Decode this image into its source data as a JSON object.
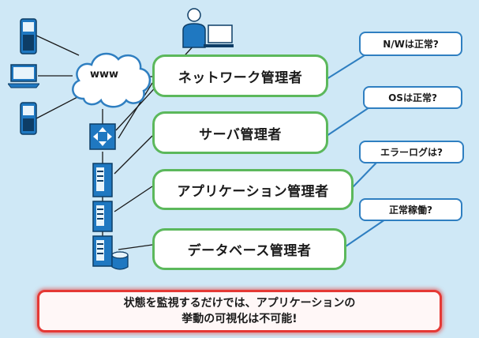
{
  "cloud": {
    "label": "www"
  },
  "roles": [
    {
      "label": "ネットワーク管理者"
    },
    {
      "label": "サーバ管理者"
    },
    {
      "label": "アプリケーション管理者"
    },
    {
      "label": "データベース管理者"
    }
  ],
  "bubbles": [
    {
      "text": "N/Wは正常?"
    },
    {
      "text": "OSは正常?"
    },
    {
      "text": "エラーログは?"
    },
    {
      "text": "正常稼働?"
    }
  ],
  "warning": {
    "line1": "状態を監視するだけでは、アプリケーションの",
    "line2": "挙動の可視化は不可能!"
  },
  "icons": [
    "mobile-phone-icon",
    "laptop-icon",
    "mobile-phone-icon",
    "person-at-computer-icon",
    "router-icon",
    "server-icon",
    "server-icon",
    "server-icon",
    "database-icon"
  ],
  "colors": {
    "background": "#cfe8f6",
    "role_border": "#5cb85c",
    "bubble_border": "#2f7fc1",
    "warning_border": "#e53935",
    "icon_blue": "#1f78c1"
  }
}
